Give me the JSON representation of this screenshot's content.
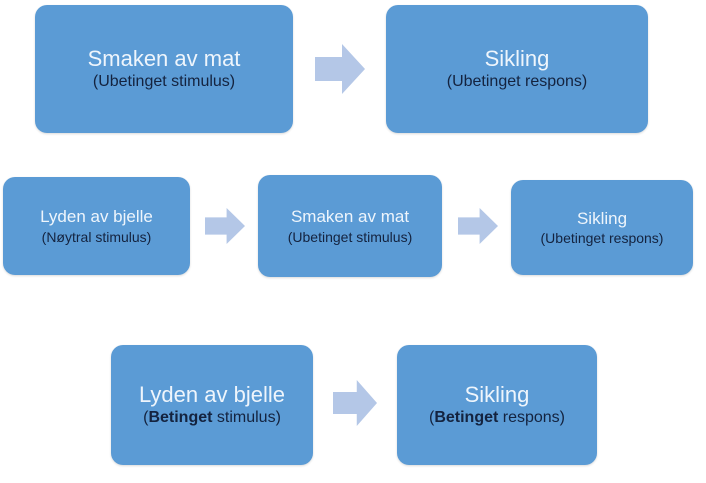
{
  "row1": {
    "box1": {
      "title": "Smaken av mat",
      "sub": "(Ubetinget stimulus)"
    },
    "box2": {
      "title": "Sikling",
      "sub": "(Ubetinget respons)"
    }
  },
  "row2": {
    "box1": {
      "title": "Lyden av bjelle",
      "sub": "(Nøytral stimulus)"
    },
    "box2": {
      "title": "Smaken av mat",
      "sub": "(Ubetinget stimulus)"
    },
    "box3": {
      "title": "Sikling",
      "sub": "(Ubetinget respons)"
    }
  },
  "row3": {
    "box1": {
      "title": "Lyden av bjelle",
      "open": "(",
      "bold": "Betinget",
      "rest": " stimulus)"
    },
    "box2": {
      "title": "Sikling",
      "open": "(",
      "bold": "Betinget",
      "rest": " respons)"
    }
  },
  "colors": {
    "box": "#5b9bd5",
    "arrow": "#b4c7e7"
  }
}
